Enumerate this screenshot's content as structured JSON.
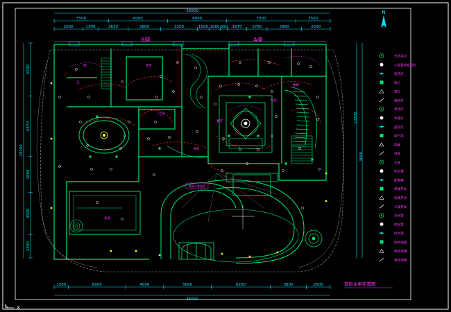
{
  "drawing": {
    "title": "首层水电布置图",
    "north_label": "N",
    "total_width": "26000",
    "top_dims": [
      "5500",
      "6000",
      "6000",
      "7000",
      "3500"
    ],
    "top_subdims": [
      "2500",
      "1300",
      "2620",
      "2800",
      "3200",
      "1000",
      "1000",
      "600",
      "1670",
      "1760",
      "2980",
      "2500"
    ],
    "bottom_dims": [
      "1500",
      "6000",
      "4000",
      "5000",
      "6200",
      "3800",
      "2500"
    ],
    "left_dims": [
      "29200",
      "5630",
      "6470",
      "3800",
      "4500",
      "2500"
    ],
    "right_dims": [
      "10700",
      "3640"
    ],
    "zone_labels": [
      "B座",
      "A座"
    ],
    "room_labels": [
      "客厅",
      "门厅",
      "卫",
      "厨",
      "餐厅",
      "吧台",
      "楼梯",
      "泳池",
      "书房"
    ],
    "signage_label": "景观水景观台"
  },
  "legend": {
    "items": [
      {
        "symbol": "ceiling-light",
        "label": "艺术吊灯"
      },
      {
        "symbol": "chandelier",
        "label": "小型豪华吸顶灯"
      },
      {
        "symbol": "ceiling-lamp",
        "label": "吸顶灯"
      },
      {
        "symbol": "downlight",
        "label": "筒灯"
      },
      {
        "symbol": "spotlight",
        "label": "射灯"
      },
      {
        "symbol": "wall-lamp",
        "label": "镜前灯"
      },
      {
        "symbol": "lawn-light",
        "label": "草坪灯"
      },
      {
        "symbol": "underwater-light",
        "label": "水底灯"
      },
      {
        "symbol": "garden-light",
        "label": "庭院灯"
      },
      {
        "symbol": "fan",
        "label": "排气扇"
      },
      {
        "symbol": "outlet",
        "label": "插座"
      },
      {
        "symbol": "switch",
        "label": "开关"
      },
      {
        "symbol": "water-meter",
        "label": "水表"
      },
      {
        "symbol": "heater",
        "label": "热水器"
      },
      {
        "symbol": "panel",
        "label": "配电箱"
      },
      {
        "symbol": "single-switch",
        "label": "单联开关"
      },
      {
        "symbol": "double-switch",
        "label": "双联开关"
      },
      {
        "symbol": "triple-switch",
        "label": "三联开关"
      },
      {
        "symbol": "cold-water",
        "label": "冷水管"
      },
      {
        "symbol": "hot-water",
        "label": "热水管"
      },
      {
        "symbol": "drain",
        "label": "排水管"
      },
      {
        "symbol": "waterproof-outlet",
        "label": "防水插座"
      },
      {
        "symbol": "tv",
        "label": "电视插座"
      },
      {
        "symbol": "phone",
        "label": "电话插座"
      }
    ]
  },
  "colors": {
    "wall": "#00e676",
    "dim": "#00e5ff",
    "accent": "#ff33ff",
    "red": "#ff3333",
    "yellow": "#ffff00",
    "white": "#e0e0e0",
    "grey": "#a0a0a0"
  }
}
